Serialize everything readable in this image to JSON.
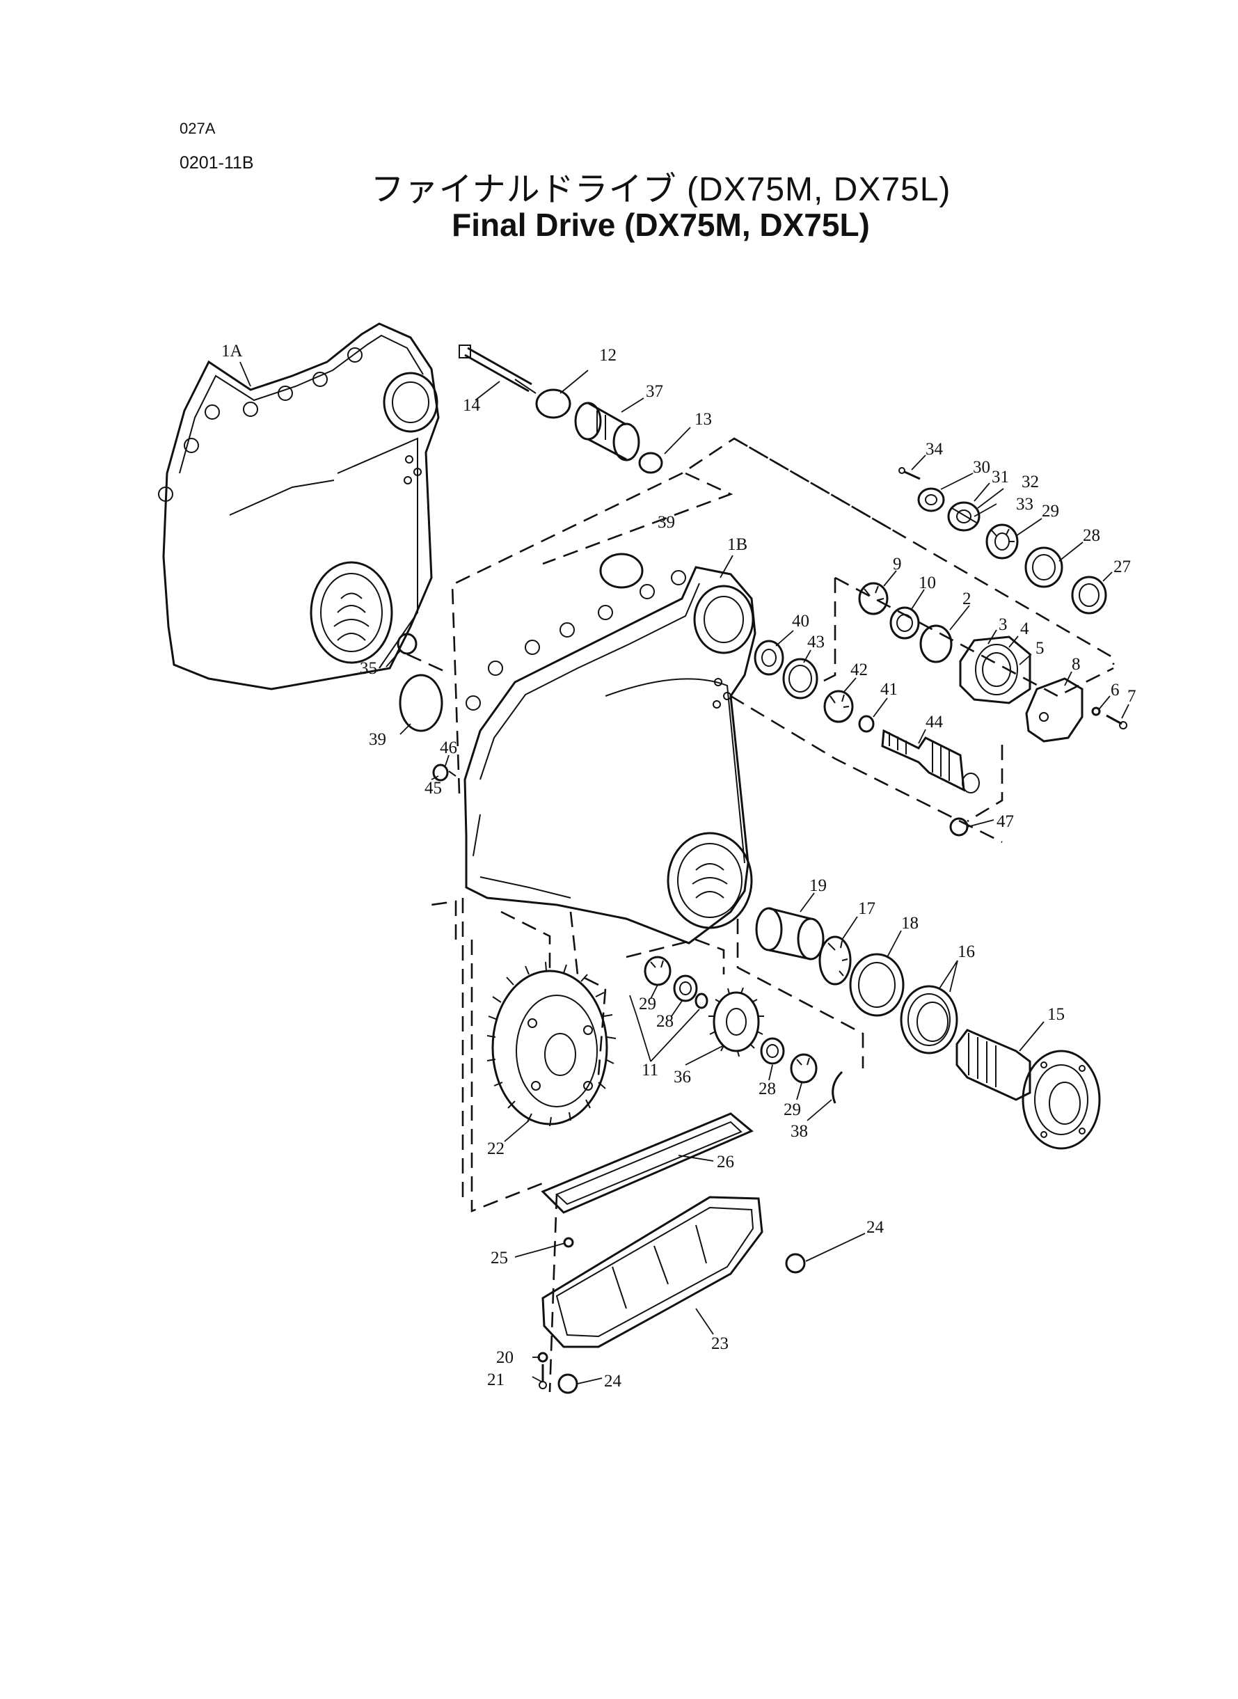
{
  "header": {
    "code_a": "027A",
    "code_b": "0201-11B",
    "title_jp": "ファイナルドライブ (DX75M, DX75L)",
    "title_en": "Final Drive (DX75M, DX75L)"
  },
  "labels": {
    "p1A": "1A",
    "p1B": "1B",
    "p2": "2",
    "p3": "3",
    "p4": "4",
    "p5": "5",
    "p6": "6",
    "p7": "7",
    "p8": "8",
    "p9": "9",
    "p10": "10",
    "p11": "11",
    "p12": "12",
    "p13": "13",
    "p14": "14",
    "p15": "15",
    "p16": "16",
    "p17": "17",
    "p18": "18",
    "p19": "19",
    "p20": "20",
    "p21": "21",
    "p22": "22",
    "p23": "23",
    "p24a": "24",
    "p24b": "24",
    "p25": "25",
    "p26": "26",
    "p27": "27",
    "p28a": "28",
    "p28b": "28",
    "p28c": "28",
    "p29a": "29",
    "p29b": "29",
    "p29c": "29",
    "p30": "30",
    "p31": "31",
    "p32": "32",
    "p33": "33",
    "p34": "34",
    "p35": "35",
    "p36": "36",
    "p37": "37",
    "p38": "38",
    "p39a": "39",
    "p39b": "39",
    "p40": "40",
    "p41": "41",
    "p42": "42",
    "p43": "43",
    "p44": "44",
    "p45": "45",
    "p46": "46",
    "p47": "47"
  }
}
